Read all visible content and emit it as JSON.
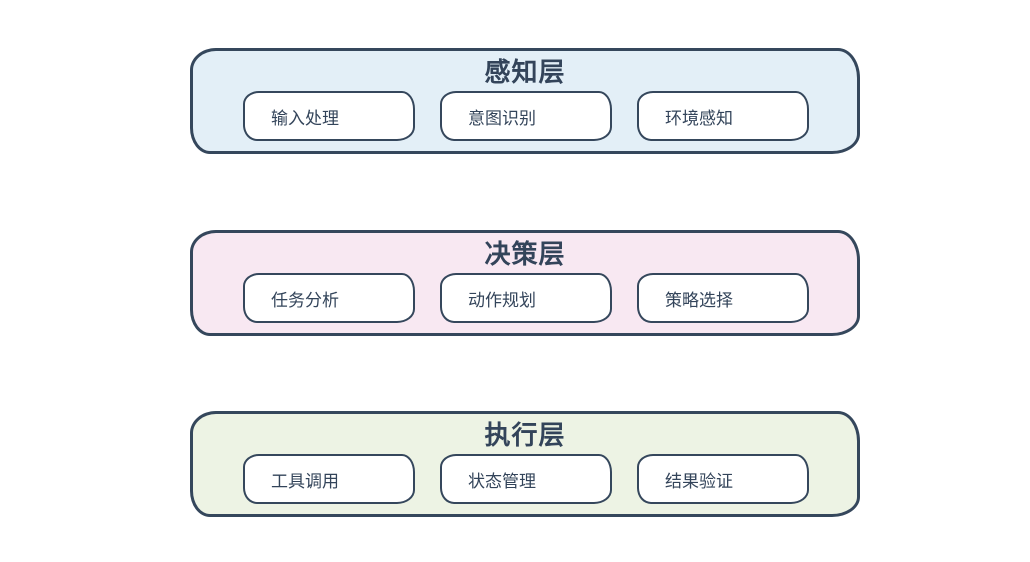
{
  "canvas": {
    "background": "#ffffff"
  },
  "style": {
    "stroke_color": "#35475c",
    "text_color": "#33445a",
    "node_background": "#ffffff"
  },
  "layers": [
    {
      "title": "感知层",
      "background": "#e3eff7",
      "nodes": [
        "输入处理",
        "意图识别",
        "环境感知"
      ]
    },
    {
      "title": "决策层",
      "background": "#f8e8f2",
      "nodes": [
        "任务分析",
        "动作规划",
        "策略选择"
      ]
    },
    {
      "title": "执行层",
      "background": "#edf3e4",
      "nodes": [
        "工具调用",
        "状态管理",
        "结果验证"
      ]
    }
  ]
}
